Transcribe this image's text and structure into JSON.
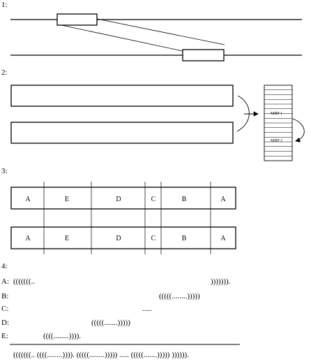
{
  "panels": [
    {
      "label": "1:"
    },
    {
      "label": "2:",
      "stack_labels": [
        "MBP 1",
        "MBP 2"
      ]
    },
    {
      "label": "3:",
      "rows": [
        [
          "A",
          "E",
          "D",
          "C",
          "B",
          "A"
        ],
        [
          "A",
          "E",
          "D",
          "C",
          "B",
          "A"
        ]
      ]
    },
    {
      "label": "4:",
      "lines": [
        {
          "name": "A:",
          "parts": [
            "(((((((..",
            ")))))))."
          ]
        },
        {
          "name": "B:",
          "parts": [
            "(((((........)))))"
          ]
        },
        {
          "name": "C:",
          "parts": [
            "....."
          ]
        },
        {
          "name": "D:",
          "parts": [
            "(((((.......)))))"
          ]
        },
        {
          "name": "E:",
          "parts": [
            "((((........))))."
          ]
        }
      ],
      "combined": "(((((((.. ((((........)))). (((((........))))) ..... (((((.......))))) ))))))."
    }
  ]
}
